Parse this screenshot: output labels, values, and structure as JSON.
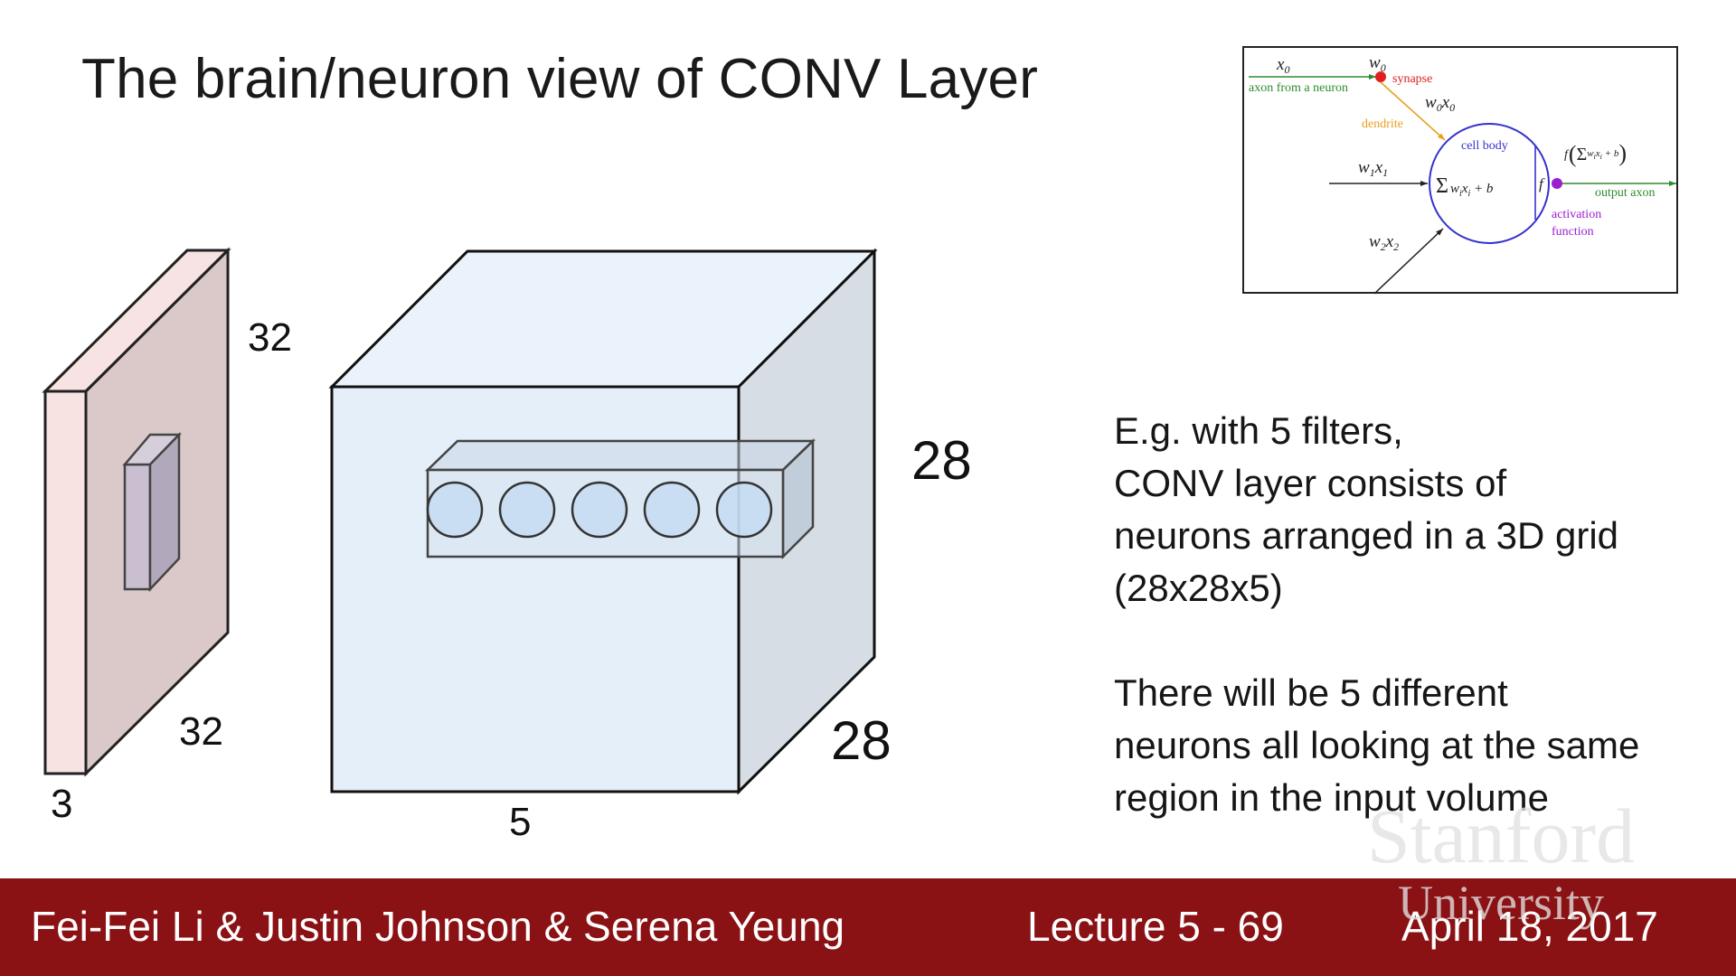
{
  "slide": {
    "title": "The brain/neuron view of CONV Layer"
  },
  "input_volume": {
    "height": "32",
    "width": "32",
    "depth": "3"
  },
  "output_volume": {
    "height": "28",
    "width": "28",
    "depth": "5",
    "neuron_count": 5
  },
  "neuron_diagram": {
    "x0": "x",
    "w0": "w",
    "synapse": "synapse",
    "axon_from_neuron": "axon from a neuron",
    "w0x0": "w",
    "dendrite": "dendrite",
    "cell_body": "cell body",
    "w1x1": "w",
    "sum_expr": "w",
    "f_symbol": "f",
    "f_output": "f",
    "output_axon": "output axon",
    "activation_line1": "activation",
    "activation_line2": "function",
    "w2x2": "w"
  },
  "text_block": {
    "para1": [
      "E.g. with 5 filters,",
      "CONV layer consists of",
      "neurons arranged in a 3D grid",
      "(28x28x5)"
    ],
    "para2": [
      "There will be 5 different",
      "neurons all looking at the same",
      "region in the input volume"
    ]
  },
  "watermark": {
    "line1": "Stanford",
    "line2": "University"
  },
  "footer": {
    "authors": "Fei-Fei Li & Justin Johnson & Serena Yeung",
    "lecture": "Lecture 5 - 69",
    "date": "April 18, 2017"
  },
  "colors": {
    "footer_bg": "#8b1214",
    "input_face": "#f6e3e2",
    "input_side": "#dac9c8",
    "output_front": "#e5eff9",
    "output_side": "#d7dde4",
    "output_top": "#eaf3fb",
    "neuron_fill": "#c6dcf2",
    "axon_green": "#2e8b2e",
    "synapse_red": "#e02020",
    "dendrite_orange": "#e8a020",
    "cell_blue": "#3333cc",
    "activation_purple": "#9a1fd0"
  }
}
